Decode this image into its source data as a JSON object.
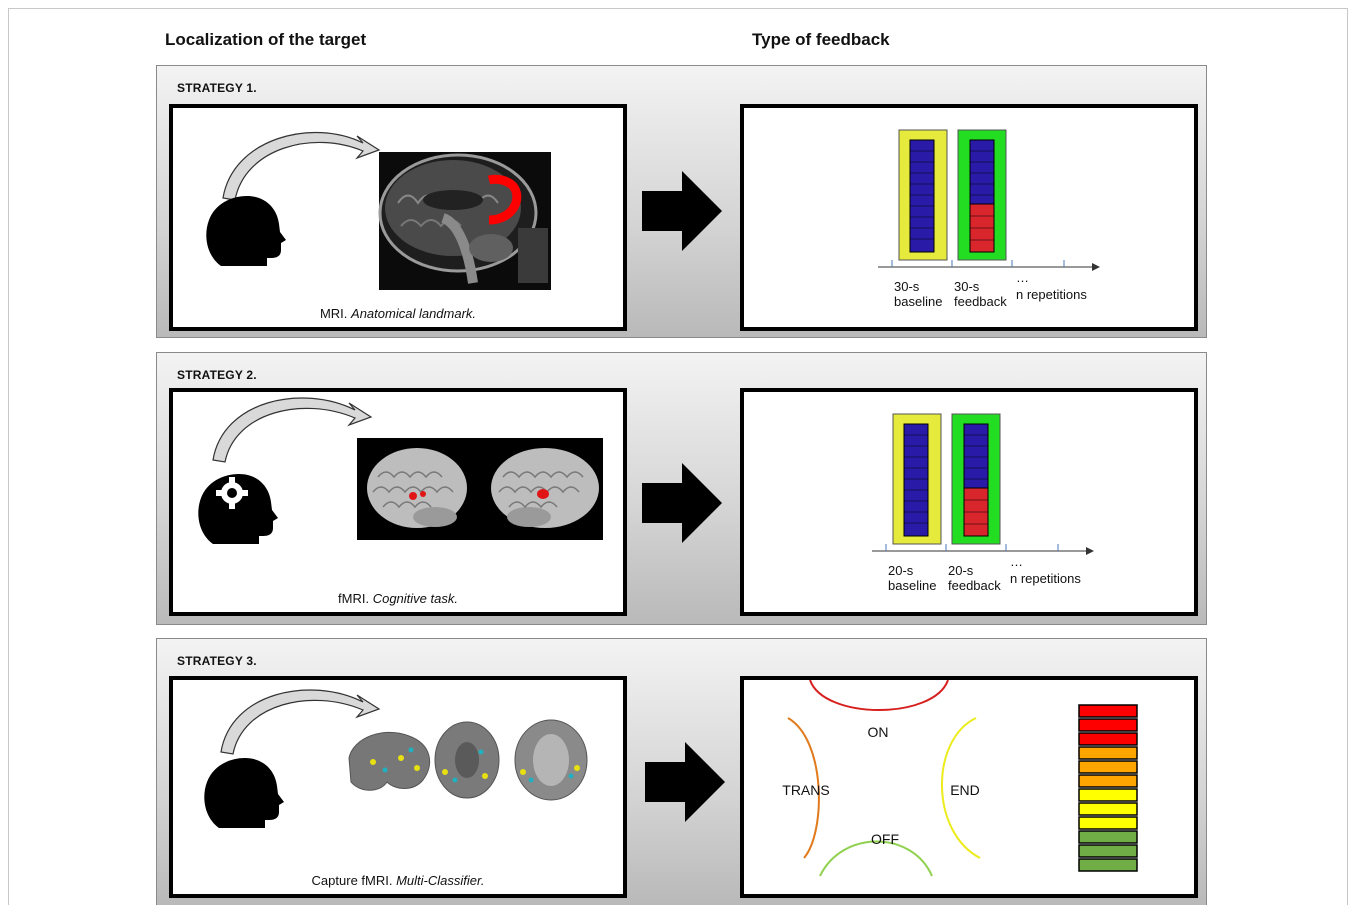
{
  "headers": {
    "left": "Localization of the target",
    "right": "Type of feedback"
  },
  "strategies": [
    {
      "label": "STRATEGY 1",
      "caption_plain": "MRI.",
      "caption_italic": "Anatomical landmark.",
      "timeline": {
        "first_top": "30-s",
        "first_bottom": "baseline",
        "second_top": "30-s",
        "second_bottom": "feedback",
        "dots": "…",
        "repetitions": "n repetitions"
      }
    },
    {
      "label": "STRATEGY 2",
      "caption_plain": "fMRI.",
      "caption_italic": "Cognitive task.",
      "timeline": {
        "first_top": "20-s",
        "first_bottom": "baseline",
        "second_top": "20-s",
        "second_bottom": "feedback",
        "dots": "…",
        "repetitions": "n repetitions"
      }
    },
    {
      "label": "STRATEGY 3",
      "caption_plain": "Capture fMRI.",
      "caption_italic": "Multi-Classifier.",
      "states": {
        "on": "ON",
        "off": "OFF",
        "trans": "TRANS",
        "end": "END"
      }
    }
  ],
  "colors": {
    "baseline_frame": "#e6ea3c",
    "feedback_frame": "#22dd22",
    "bar_blue": "#2a1aa8",
    "bar_red": "#d8262c",
    "arc_on": "#d81f1f",
    "arc_trans": "#e07a1c",
    "arc_end": "#ecec1c",
    "arc_off": "#8fd14f",
    "thermo": [
      "#ff0000",
      "#ff0000",
      "#ff0000",
      "#ffa500",
      "#ffa500",
      "#ffa500",
      "#ffff00",
      "#ffff00",
      "#ffff00",
      "#70ad47",
      "#70ad47",
      "#70ad47"
    ]
  }
}
